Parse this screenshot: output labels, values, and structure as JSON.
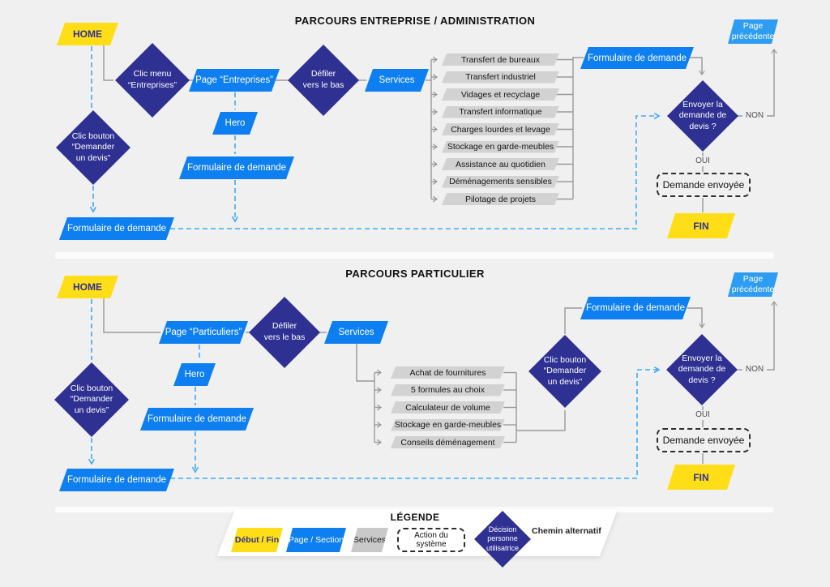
{
  "titles": {
    "entreprise": "PARCOURS ENTREPRISE / ADMINISTRATION",
    "particulier": "PARCOURS PARTICULIER"
  },
  "labels": {
    "home": "HOME",
    "fin": "FIN",
    "hero": "Hero",
    "services": "Services",
    "formulaire": "Formulaire de demande",
    "page_precedente": "Page\nprécédente",
    "clic_menu_entreprises": "Clic menu\n“Entreprises”",
    "page_entreprises": "Page “Entreprises”",
    "page_particuliers": "Page “Particuliers”",
    "defiler_vers_le_bas": "Défiler\nvers le bas",
    "clic_bouton_devis": "Clic bouton\n“Demander\nun devis”",
    "envoyer_demande": "Envoyer la\ndemande de\ndevis ?",
    "demande_envoyee": "Demande envoyée",
    "non": "NON",
    "oui": "OUI"
  },
  "services_entreprise": [
    "Transfert de bureaux",
    "Transfert industriel",
    "Vidages et recyclage",
    "Transfert informatique",
    "Charges lourdes et levage",
    "Stockage en garde-meubles",
    "Assistance au quotidien",
    "Déménagements sensibles",
    "Pilotage de projets"
  ],
  "services_particulier": [
    "Achat de fournitures",
    "5 formules au choix",
    "Calculateur de volume",
    "Stockage en garde-meubles",
    "Conseils déménagement"
  ],
  "legend": {
    "title": "LÉGENDE",
    "debut_fin": "Début / Fin",
    "page_section": "Page / Section",
    "services": "Services",
    "action_systeme": "Action du système",
    "decision": "Décision\npersonne\nutilisatrice",
    "chemin_alternatif": "Chemin alternatif"
  },
  "colors": {
    "background": "#f0f0f1",
    "yellow": "#FFDE17",
    "blue": "#0E7FF1",
    "light_blue": "#2D9CF3",
    "dark_blue": "#2E3192",
    "gray_fill": "#D2D2D2",
    "line_gray": "#999999",
    "dashed_blue": "#3FA9F5"
  }
}
